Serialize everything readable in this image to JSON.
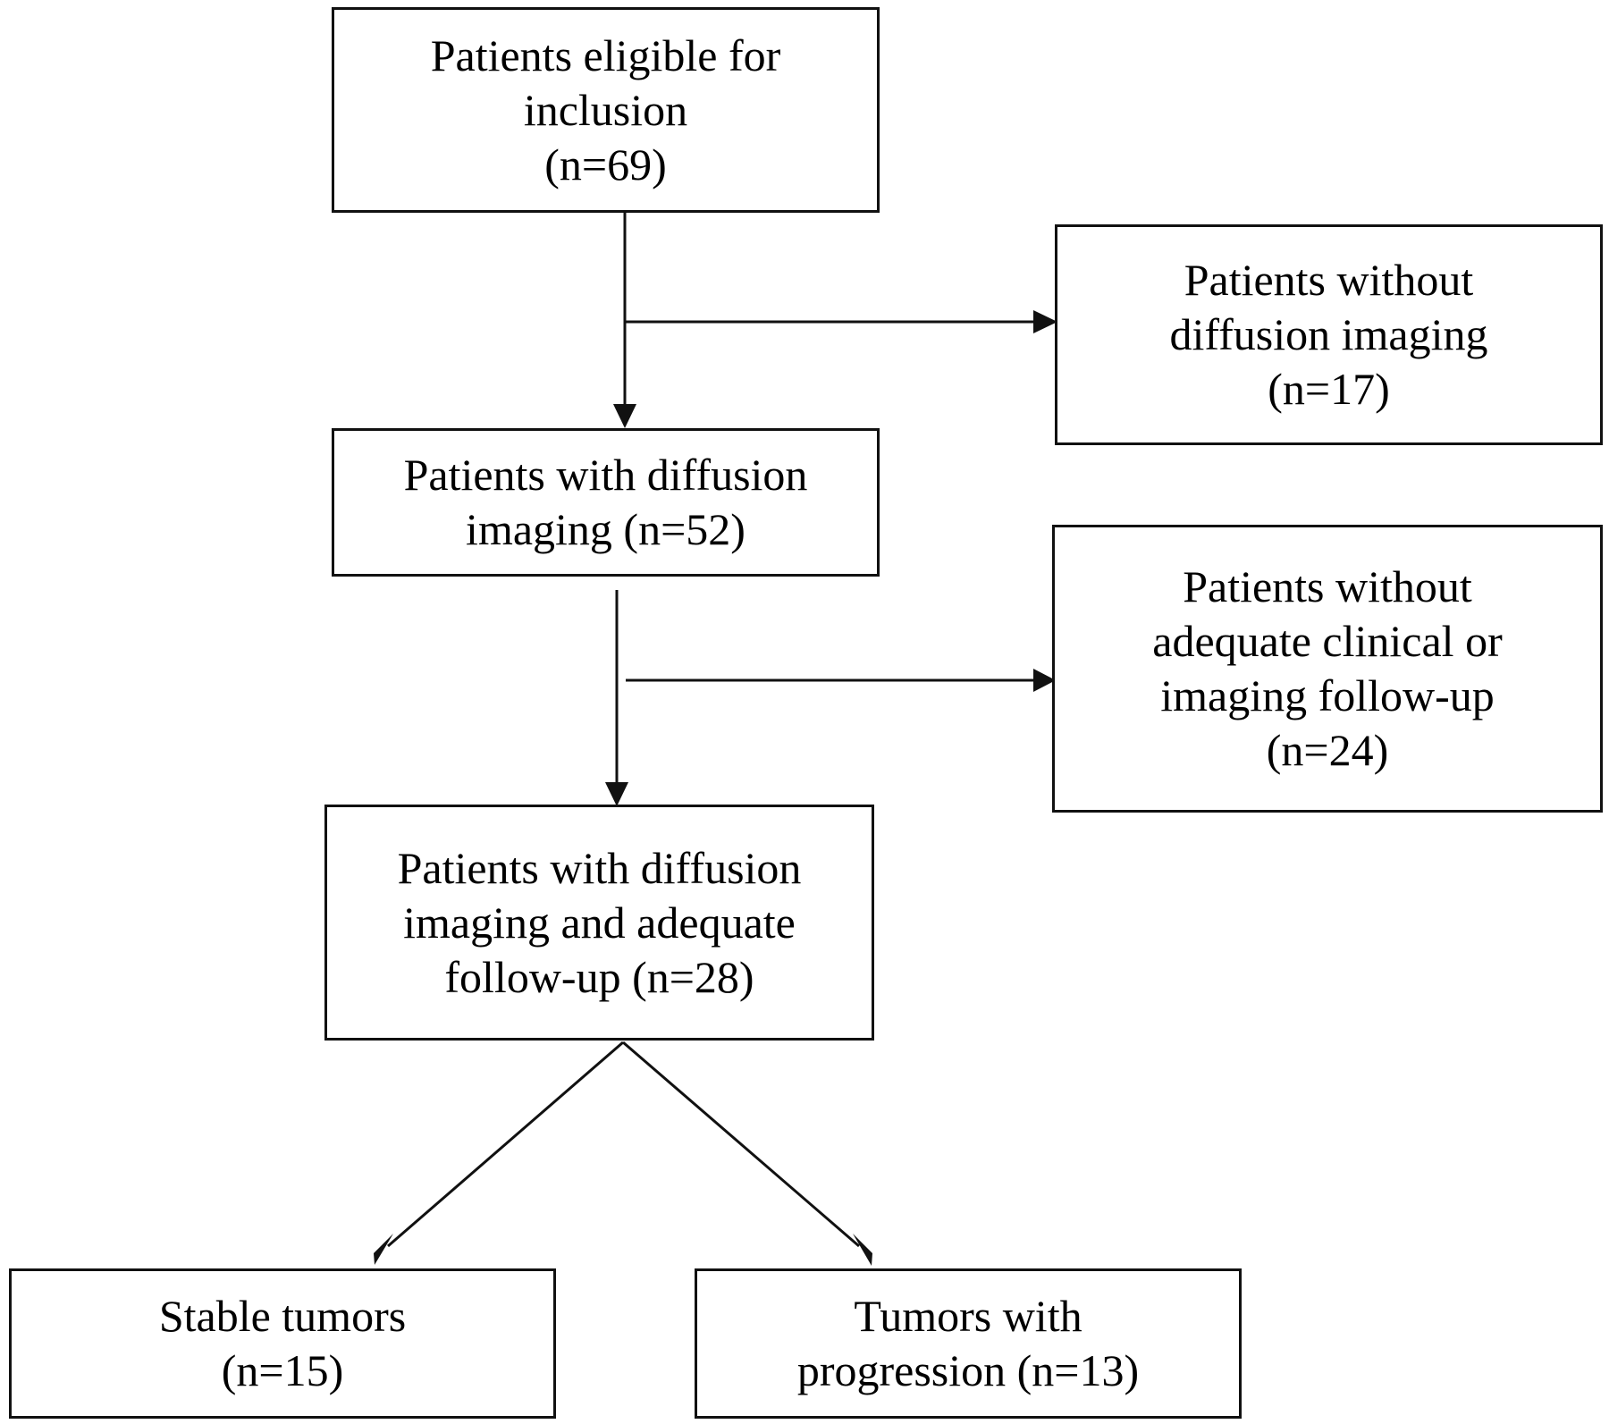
{
  "flowchart": {
    "eligible": {
      "lines": [
        "Patients eligible for",
        "inclusion",
        "(n=69)"
      ]
    },
    "without_diffusion": {
      "lines": [
        "Patients without",
        "diffusion imaging",
        "(n=17)"
      ]
    },
    "with_diffusion": {
      "lines": [
        "Patients with diffusion",
        "imaging (n=52)"
      ]
    },
    "without_followup": {
      "lines": [
        "Patients without",
        "adequate clinical or",
        "imaging follow-up",
        "(n=24)"
      ]
    },
    "diffusion_and_followup": {
      "lines": [
        "Patients with diffusion",
        "imaging and adequate",
        "follow-up (n=28)"
      ]
    },
    "stable": {
      "lines": [
        "Stable tumors",
        "(n=15)"
      ]
    },
    "progression": {
      "lines": [
        "Tumors with",
        "progression (n=13)"
      ]
    }
  },
  "colors": {
    "line": "#111111",
    "background": "#ffffff"
  }
}
